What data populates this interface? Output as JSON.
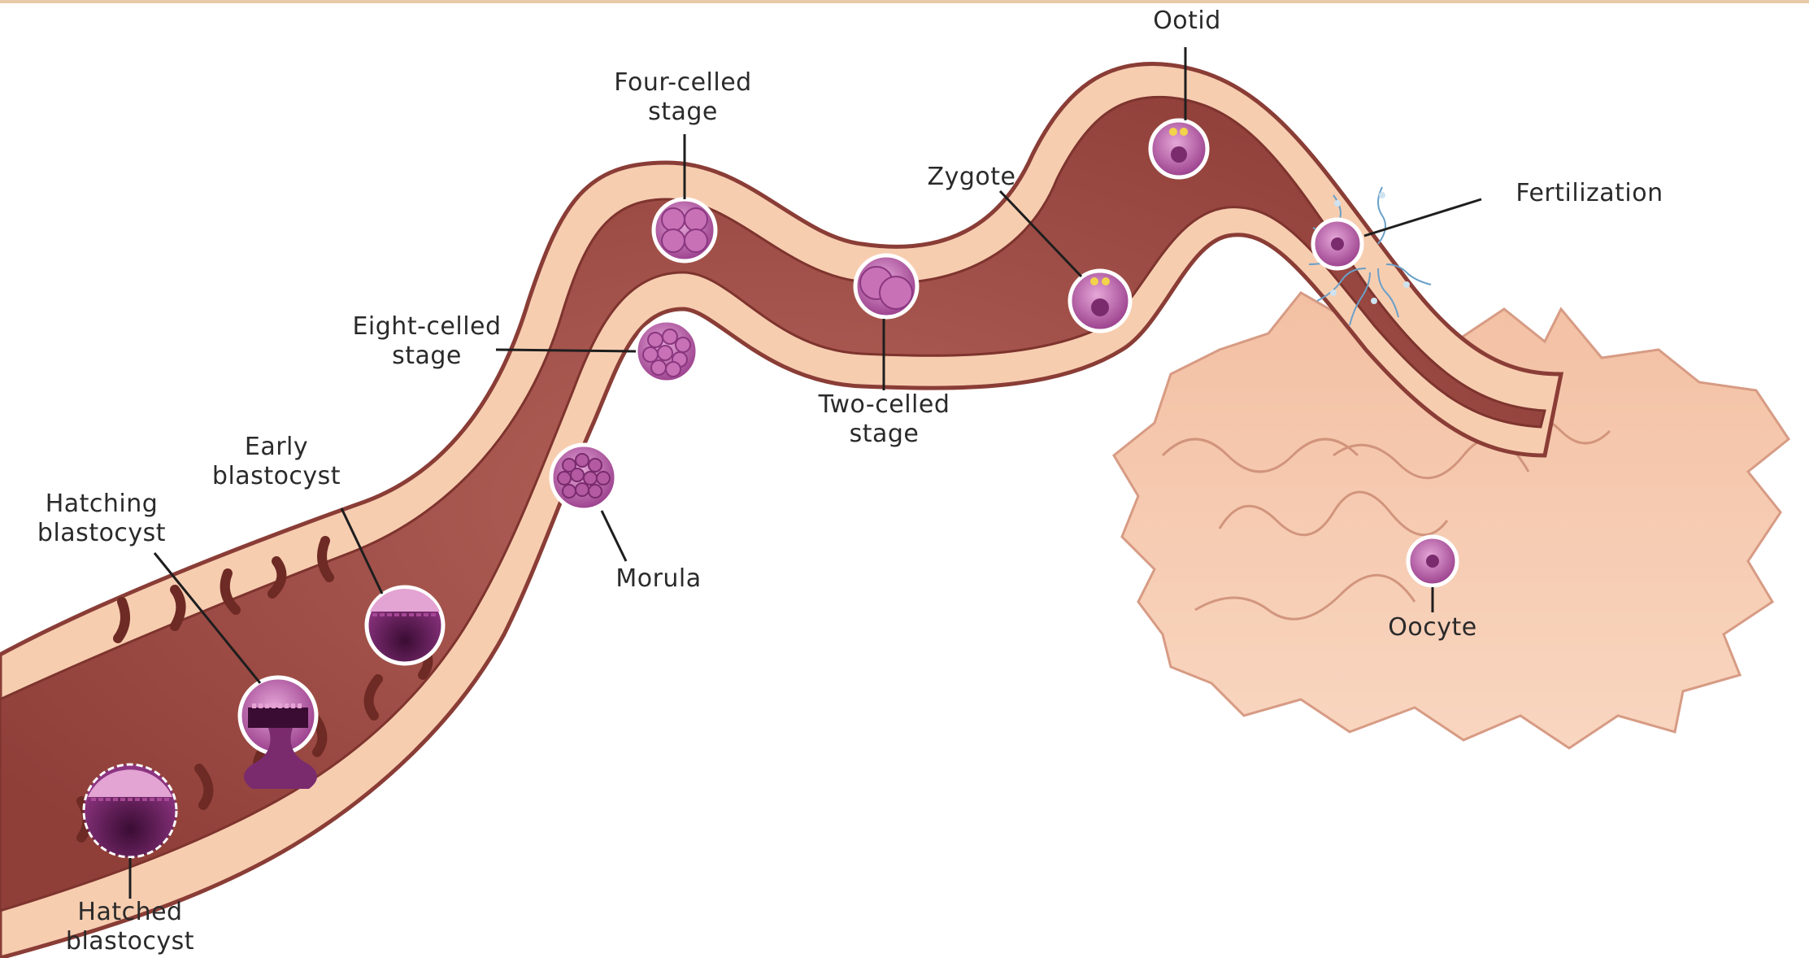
{
  "labels": {
    "ootid": "Ootid",
    "four_celled": [
      "Four-celled",
      "stage"
    ],
    "zygote": "Zygote",
    "fertilization": "Fertilization",
    "eight_celled": [
      "Eight-celled",
      "stage"
    ],
    "two_celled": [
      "Two-celled",
      "stage"
    ],
    "early_blastocyst": [
      "Early",
      "blastocyst"
    ],
    "hatching_blastocyst": [
      "Hatching",
      "blastocyst"
    ],
    "morula": "Morula",
    "oocyte": "Oocyte",
    "hatched_blastocyst": [
      "Hatched",
      "blastocyst"
    ]
  },
  "colors": {
    "tube_wall": "#f7cdb0",
    "tube_lumen": "#a24f46",
    "tube_outline": "#8a3d36",
    "ovary": "#f6c8ad",
    "cell_fill": "#c76fb3",
    "cell_dark": "#5b1c52",
    "leader": "#1e1e1e"
  }
}
